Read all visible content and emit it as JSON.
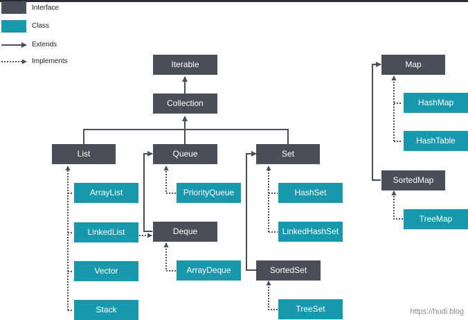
{
  "legend": {
    "interface": "Interface",
    "class": "Class",
    "extends": "Extends",
    "implements": "Implements"
  },
  "nodes": {
    "iterable": "Iterable",
    "collection": "Collection",
    "list": "List",
    "queue": "Queue",
    "set": "Set",
    "arraylist": "ArrayList",
    "linkedlist": "LinkedList",
    "vector": "Vector",
    "stack": "Stack",
    "priorityqueue": "PriorityQueue",
    "deque": "Deque",
    "arraydeque": "ArrayDeque",
    "hashset": "HashSet",
    "linkedhashset": "LinkedHashSet",
    "sortedset": "SortedSet",
    "treeset": "TreeSet",
    "map": "Map",
    "hashmap": "HashMap",
    "hashtable": "HashTable",
    "sortedmap": "SortedMap",
    "treemap": "TreeMap"
  },
  "watermark": "https://hudi.blog",
  "colors": {
    "interface": "#4a4e58",
    "class": "#1898ad",
    "line": "#4a4e58"
  }
}
